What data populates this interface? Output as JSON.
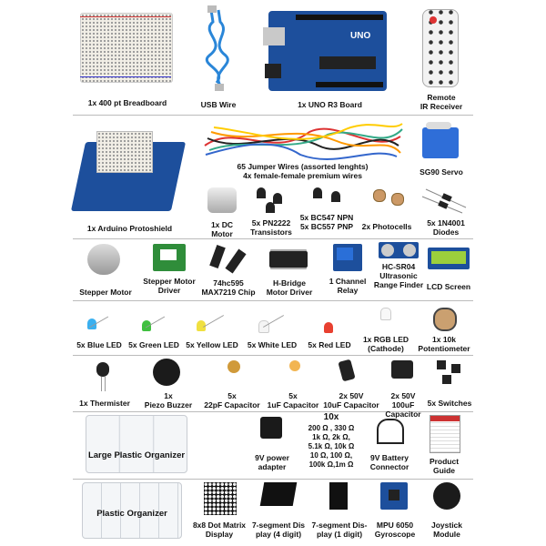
{
  "items": {
    "breadboard": "1x 400 pt Breadboard",
    "usb_wire": "USB Wire",
    "uno": "1x UNO R3 Board",
    "remote": "Remote\nIR Receiver",
    "protoshield": "1x Arduino Protoshield",
    "jumper": "65 Jumper Wires (assorted lenghts)\n4x female-female premium wires",
    "servo": "SG90 Servo",
    "dc_motor": "1x DC Motor",
    "pn2222": "5x PN2222\nTransistors",
    "bc547": "5x BC547 NPN\n5x BC557 PNP",
    "photocells": "2x Photocells",
    "diodes": "5x 1N4001\nDiodes",
    "stepper": "Stepper Motor",
    "stepper_driver": "Stepper Motor\nDriver",
    "chips": "74hc595\nMAX7219 Chip",
    "hbridge": "H-Bridge\nMotor Driver",
    "relay": "1 Channel\nRelay",
    "ultrasonic": "HC-SR04\nUltrasonic\nRange Finder",
    "lcd": "LCD Screen",
    "blue_led": "5x Blue LED",
    "green_led": "5x Green LED",
    "yellow_led": "5x Yellow LED",
    "white_led": "5x White LED",
    "red_led": "5x Red LED",
    "rgb_led": "1x RGB LED\n(Cathode)",
    "pot": "1x 10k\nPotentiometer",
    "thermister": "1x Thermister",
    "piezo": "1x\nPiezo Buzzer",
    "cap22": "5x\n22pF Capacitor",
    "cap1u": "5x\n1uF Capacitor",
    "cap10u": "2x 50V\n10uF Capacitor",
    "cap100u": "2x 50V\n100uF Capacitor",
    "switches": "5x Switches",
    "large_organizer": "Large Plastic Organizer",
    "power_adapter": "9V power\nadapter",
    "resistors_title": "10x",
    "resistors": "200 Ω , 330 Ω\n1k Ω, 2k Ω,\n5.1k Ω, 10k Ω\n10 Ω, 100 Ω,\n100k Ω,1m Ω",
    "battery": "9V Battery\nConnector",
    "guide": "Product\nGuide",
    "organizer": "Plastic Organizer",
    "dot_matrix": "8x8 Dot Matrix\nDisplay",
    "seg4": "7-segment Dis\nplay (4 digit)",
    "seg1": "7-segment Dis-\nplay (1 digit)",
    "mpu": "MPU 6050\nGyroscope",
    "joystick": "Joystick\nModule"
  },
  "board_text": {
    "uno_logo": "UNO"
  },
  "colors": {
    "board_blue": "#1d4f9c",
    "wire_blue": "#2a86d8",
    "red_led": "#e84030",
    "green_led": "#40c040",
    "yellow_led": "#f0e040",
    "lcd_green": "#9ccf3c"
  }
}
